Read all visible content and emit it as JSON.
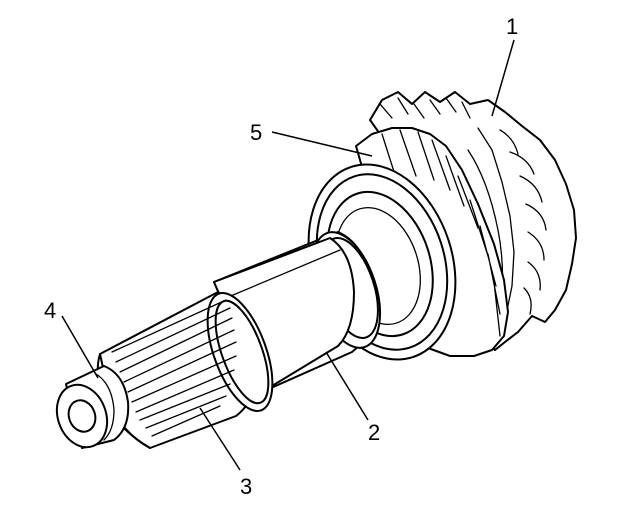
{
  "callouts": [
    {
      "id": "1",
      "label": "1",
      "part": "pinion-gear-teeth"
    },
    {
      "id": "2",
      "label": "2",
      "part": "shaft"
    },
    {
      "id": "3",
      "label": "3",
      "part": "splines"
    },
    {
      "id": "4",
      "label": "4",
      "part": "shaft-end-journal"
    },
    {
      "id": "5",
      "label": "5",
      "part": "bearing"
    }
  ]
}
